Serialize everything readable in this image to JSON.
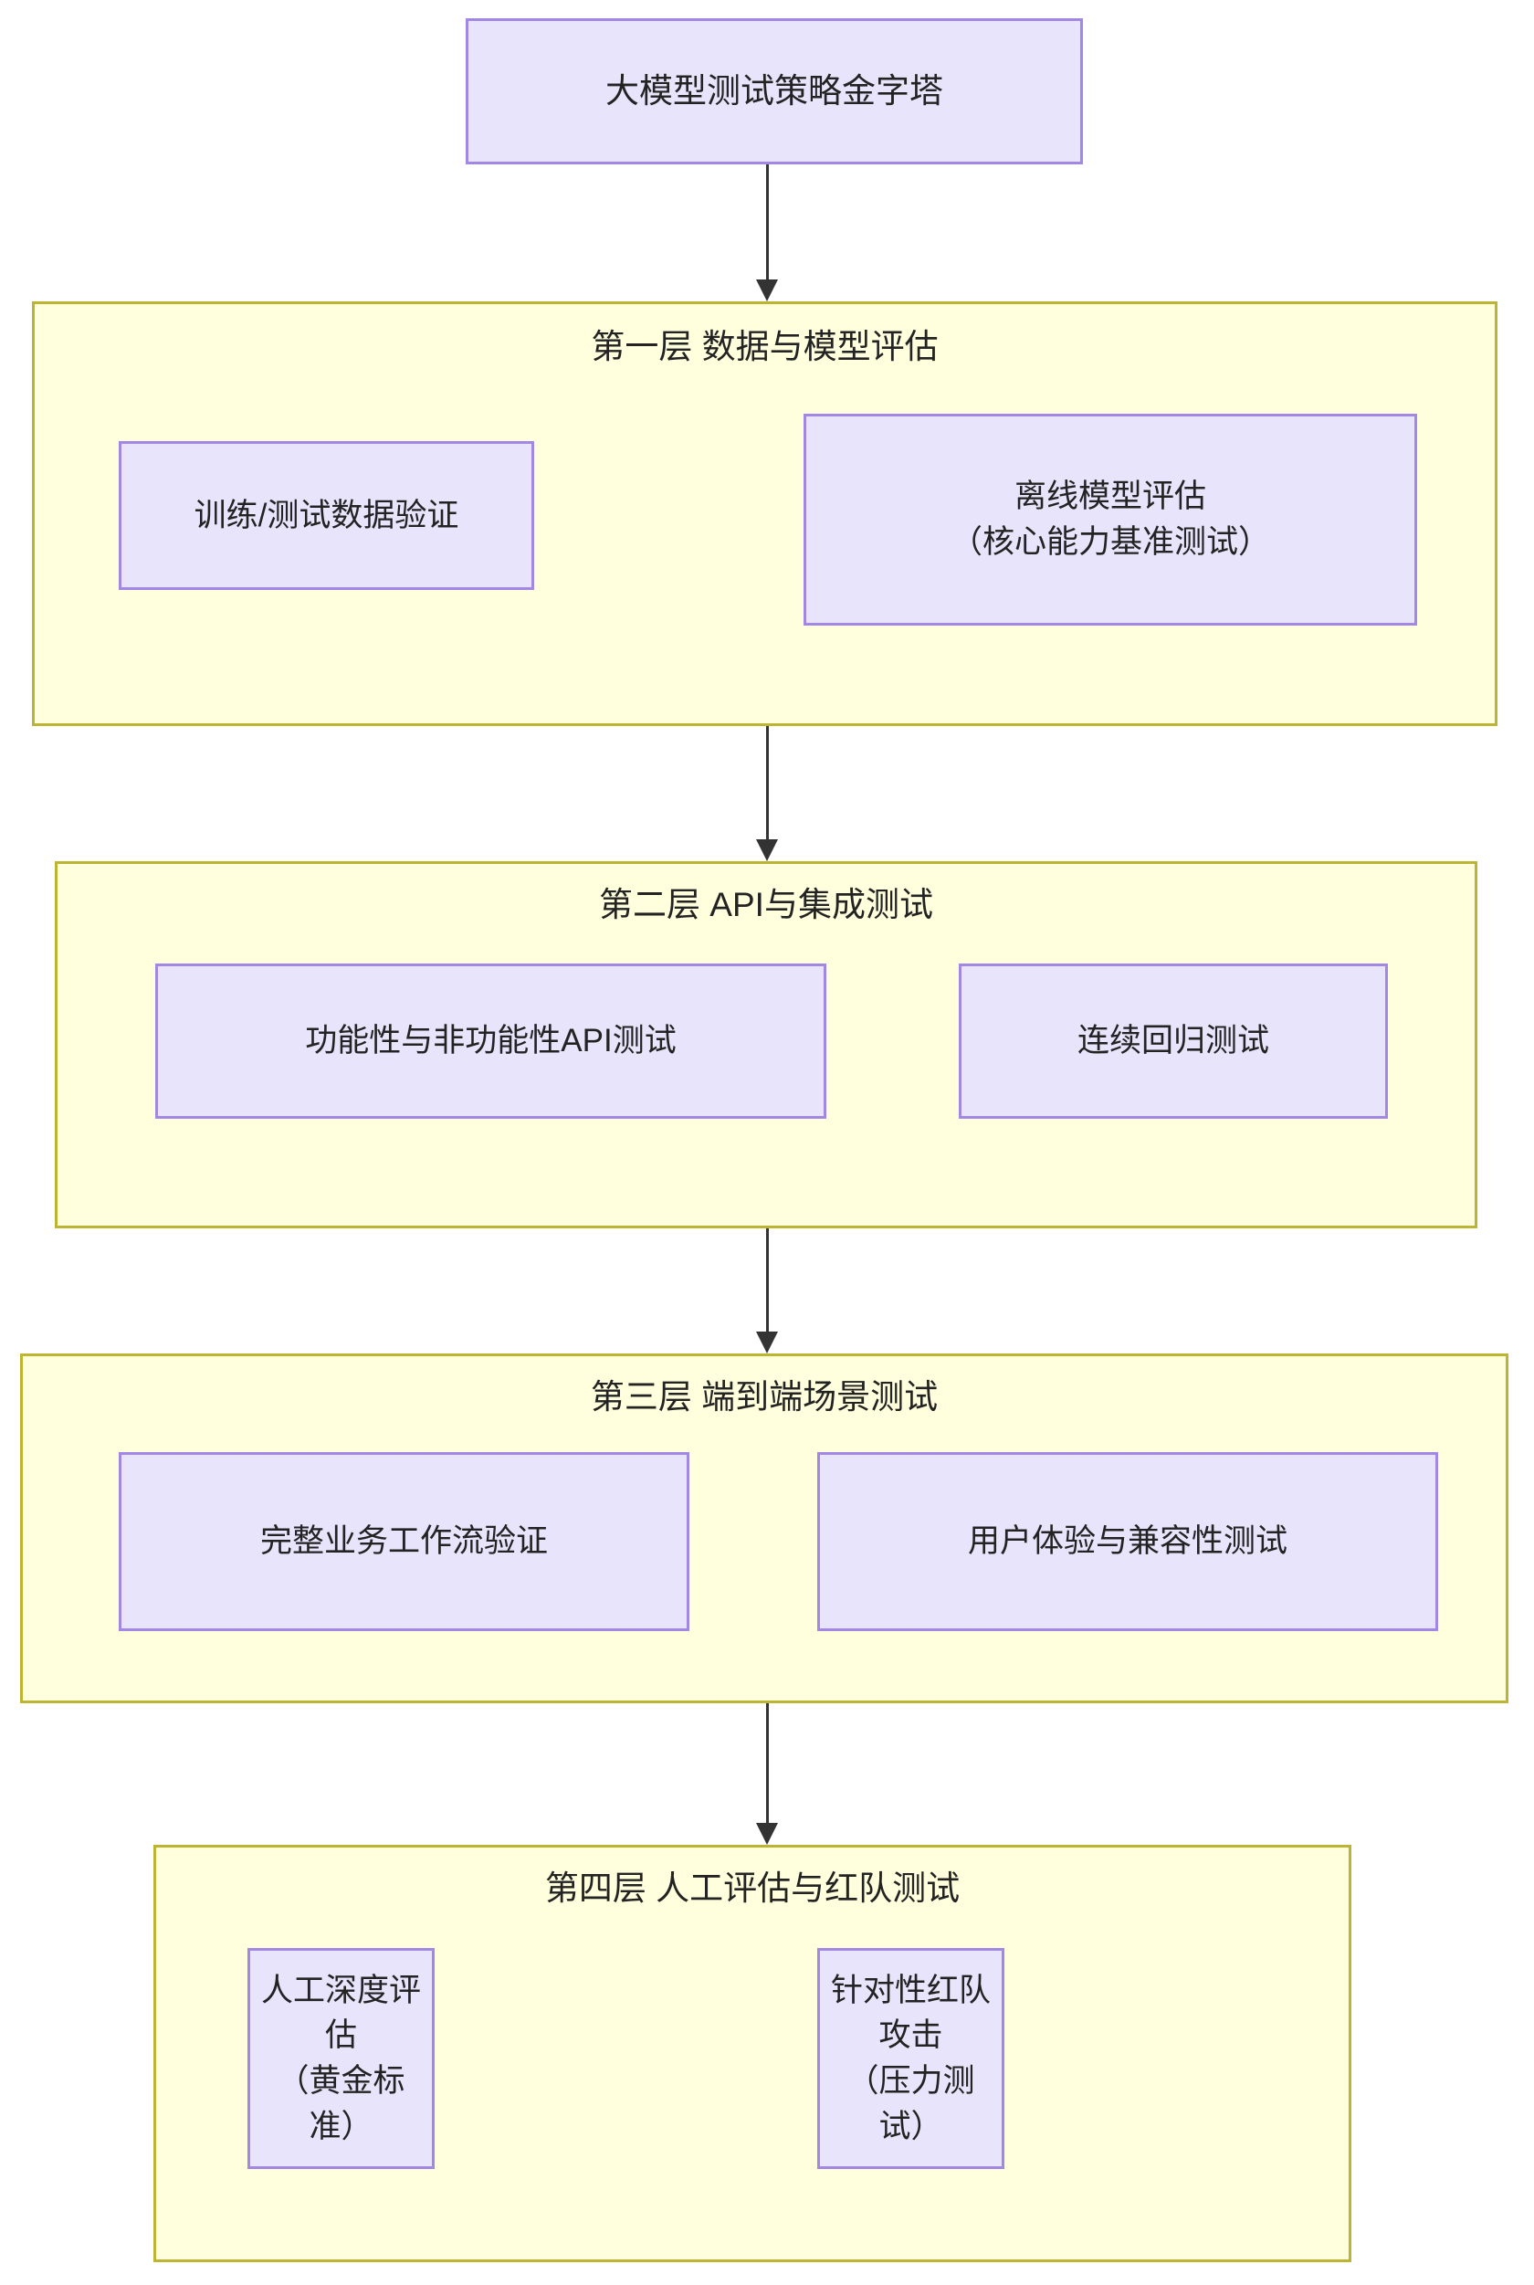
{
  "diagram": {
    "title": "大模型测试策略金字塔",
    "direction": "top-to-bottom",
    "theme": {
      "background": "#ffffff",
      "node_fill": "#e8e4fb",
      "node_border": "#a287e4",
      "cluster_fill": "#ffffdd",
      "cluster_border": "#bdb434",
      "text": "#232323",
      "edge": "#333333"
    }
  },
  "root": {
    "label": "大模型测试策略金字塔"
  },
  "layers": [
    {
      "id": "layer-1",
      "title": "第一层 数据与模型评估",
      "nodes": [
        {
          "id": "data-validation",
          "line1": "训练/测试数据验证",
          "line2": ""
        },
        {
          "id": "offline-model-eval",
          "line1": "离线模型评估",
          "line2": "（核心能力基准测试）"
        }
      ]
    },
    {
      "id": "layer-2",
      "title": "第二层 API与集成测试",
      "nodes": [
        {
          "id": "api-testing",
          "line1": "功能性与非功能性API测试",
          "line2": ""
        },
        {
          "id": "continuous-regression",
          "line1": "连续回归测试",
          "line2": ""
        }
      ]
    },
    {
      "id": "layer-3",
      "title": "第三层 端到端场景测试",
      "nodes": [
        {
          "id": "business-workflow",
          "line1": "完整业务工作流验证",
          "line2": ""
        },
        {
          "id": "ux-compatibility",
          "line1": "用户体验与兼容性测试",
          "line2": ""
        }
      ]
    },
    {
      "id": "layer-4",
      "title": "第四层 人工评估与红队测试",
      "nodes": [
        {
          "id": "human-deep-eval",
          "line1": "人工深度评估",
          "line2": "（黄金标准）"
        },
        {
          "id": "red-team-attack",
          "line1": "针对性红队攻击",
          "line2": "（压力测试）"
        }
      ]
    }
  ],
  "edges": [
    {
      "id": "edge-root-layer1",
      "from": "root",
      "to": "layer-1"
    },
    {
      "id": "edge-layer1-layer2",
      "from": "layer-1",
      "to": "layer-2"
    },
    {
      "id": "edge-layer2-layer3",
      "from": "layer-2",
      "to": "layer-3"
    },
    {
      "id": "edge-layer3-layer4",
      "from": "layer-3",
      "to": "layer-4"
    }
  ]
}
